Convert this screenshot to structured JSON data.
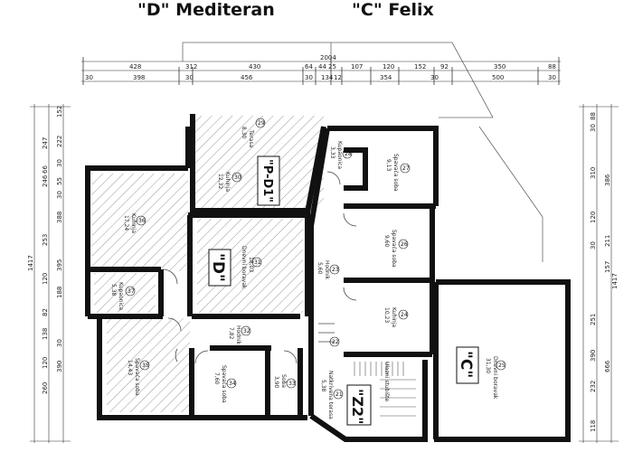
{
  "headers": {
    "left": "\"D\" Mediteran",
    "right": "\"C\" Felix"
  },
  "dimensions": {
    "top_total": "2004",
    "top_row1": [
      "428",
      "312",
      "430",
      "64",
      "44",
      "25",
      "107",
      "120",
      "152",
      "92",
      "350",
      "88"
    ],
    "top_row2": [
      "30",
      "398",
      "30",
      "456",
      "30",
      "134",
      "12",
      "354",
      "30",
      "500",
      "30"
    ],
    "left_outer": [
      "1417"
    ],
    "left_inner": [
      "152",
      "247",
      "222",
      "30",
      "246",
      "55",
      "66",
      "30",
      "253",
      "388",
      "395",
      "120",
      "188",
      "82",
      "138",
      "30",
      "120",
      "260",
      "390"
    ],
    "right_outer": [
      "1417"
    ],
    "right_inner": [
      "88",
      "30",
      "386",
      "310",
      "120",
      "211",
      "30",
      "157",
      "251",
      "666",
      "232",
      "390",
      "118"
    ]
  },
  "rooms": [
    {
      "id": "29",
      "name": "Terasa",
      "area": "8,30"
    },
    {
      "id": "30",
      "name": "Kuhinja",
      "area": "12,32"
    },
    {
      "id": "36",
      "name": "Kuhinja",
      "area": "17,24"
    },
    {
      "id": "31",
      "name": "Dnevni boravak",
      "area": "18,03"
    },
    {
      "id": "37",
      "name": "Kupaonica",
      "area": "5,38"
    },
    {
      "id": "32",
      "name": "Hodnik",
      "area": "7,82"
    },
    {
      "id": "35",
      "name": "Spavaća soba",
      "area": "14,43"
    },
    {
      "id": "34",
      "name": "Spavaća soba",
      "area": "7,60"
    },
    {
      "id": "33",
      "name": "Soba",
      "area": "3,90"
    },
    {
      "id": "28",
      "name": "Kupaonica",
      "area": "3,33"
    },
    {
      "id": "27",
      "name": "Spavaća soba",
      "area": "9,13"
    },
    {
      "id": "23",
      "name": "Hodnik",
      "area": "5,60"
    },
    {
      "id": "26",
      "name": "Spavaća soba",
      "area": "9,60"
    },
    {
      "id": "24",
      "name": "Kuhinja",
      "area": "10,23"
    },
    {
      "id": "25",
      "name": "Dnevni boravak",
      "area": "31,30"
    },
    {
      "id": "21",
      "name": "Natkrivena terasa",
      "area": "5,38"
    },
    {
      "id": "22",
      "name": "Ulazni stubište",
      "area": ""
    }
  ],
  "unit_labels": {
    "pd1": "\"P-D1\"",
    "d": "\"D\"",
    "c": "\"C\"",
    "z2": "\"Z2\""
  }
}
